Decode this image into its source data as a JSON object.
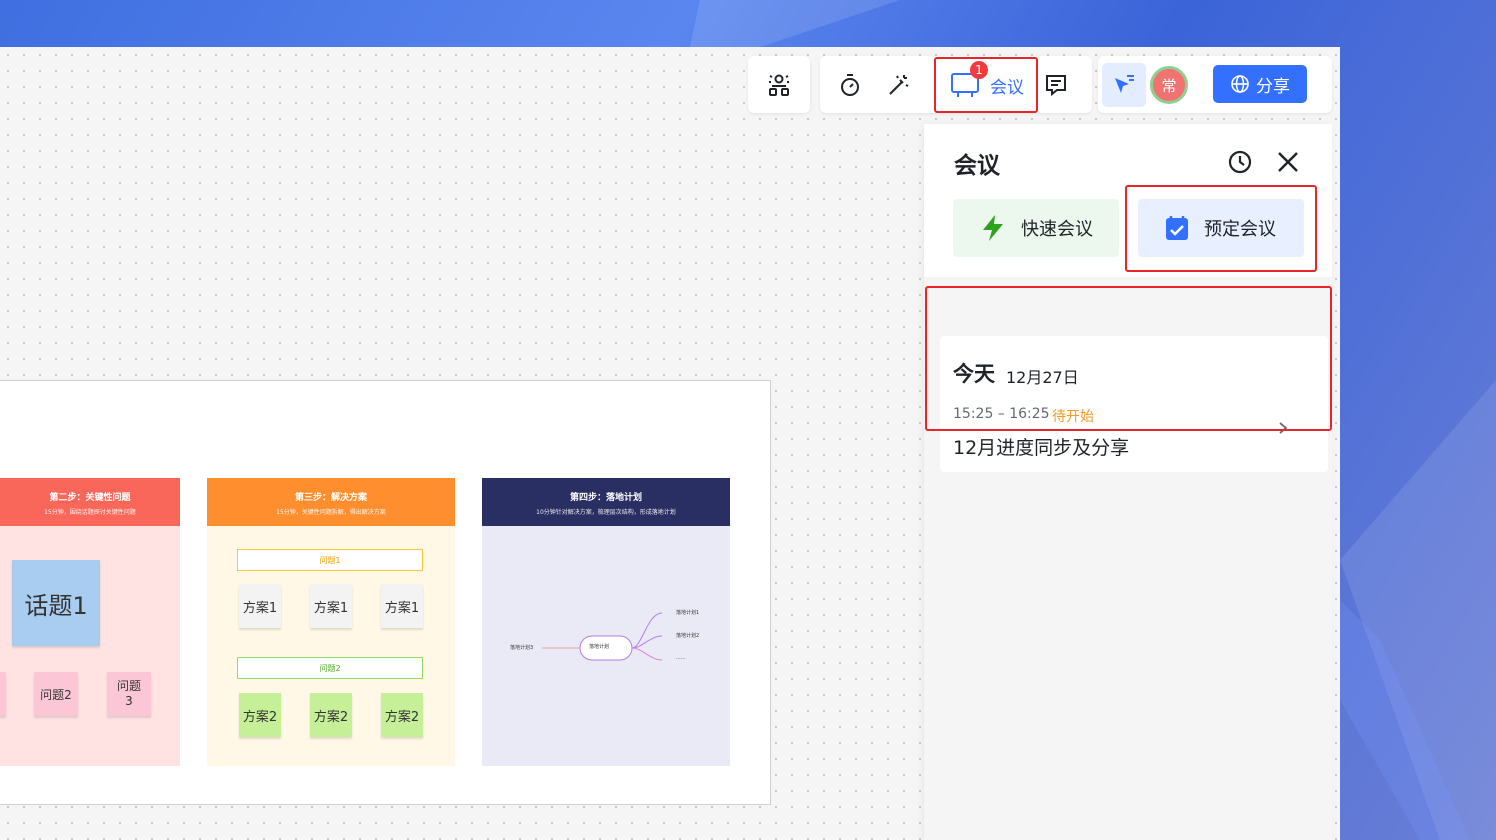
{
  "toolbar": {
    "meeting_label": "会议",
    "meeting_badge": "1",
    "share_label": "分享",
    "avatar_text": "常"
  },
  "meeting_panel": {
    "title": "会议",
    "quick_meeting_label": "快速会议",
    "schedule_meeting_label": "预定会议",
    "day_label": "今天",
    "date": "12月27日",
    "time_range": "15:25 – 16:25",
    "status": "待开始",
    "meeting_title": "12月进度同步及分享"
  },
  "board": {
    "col2": {
      "title": "第二步：关键性问题",
      "subtitle": "15分钟，围绕话题探讨关键性问题"
    },
    "col3": {
      "title": "第三步：解决方案",
      "subtitle": "15分钟，关键性问题拆解，得出解决方案"
    },
    "col4": {
      "title": "第四步：落地计划",
      "subtitle": "10分钟针对解决方案，梳理层次结构，形成落地计划"
    },
    "topic1": "话题1",
    "question2": "问题2",
    "question3": "问题\n3",
    "problem1": "问题1",
    "problem2": "问题2",
    "plan1": "方案1",
    "plan2": "方案2",
    "mind_center": "落地计划",
    "mind_left": "落地计划3",
    "mind_right1": "落地计划1",
    "mind_right2": "落地计划2",
    "mind_right3": "......"
  },
  "colors": {
    "accent": "#3370ff",
    "badge": "#f23a3a",
    "col2_head": "#f9675a",
    "col3_head": "#ff8f2e",
    "col4_head": "#2a2f63",
    "status_orange": "#f59a23",
    "highlight_red": "#e8262a"
  }
}
